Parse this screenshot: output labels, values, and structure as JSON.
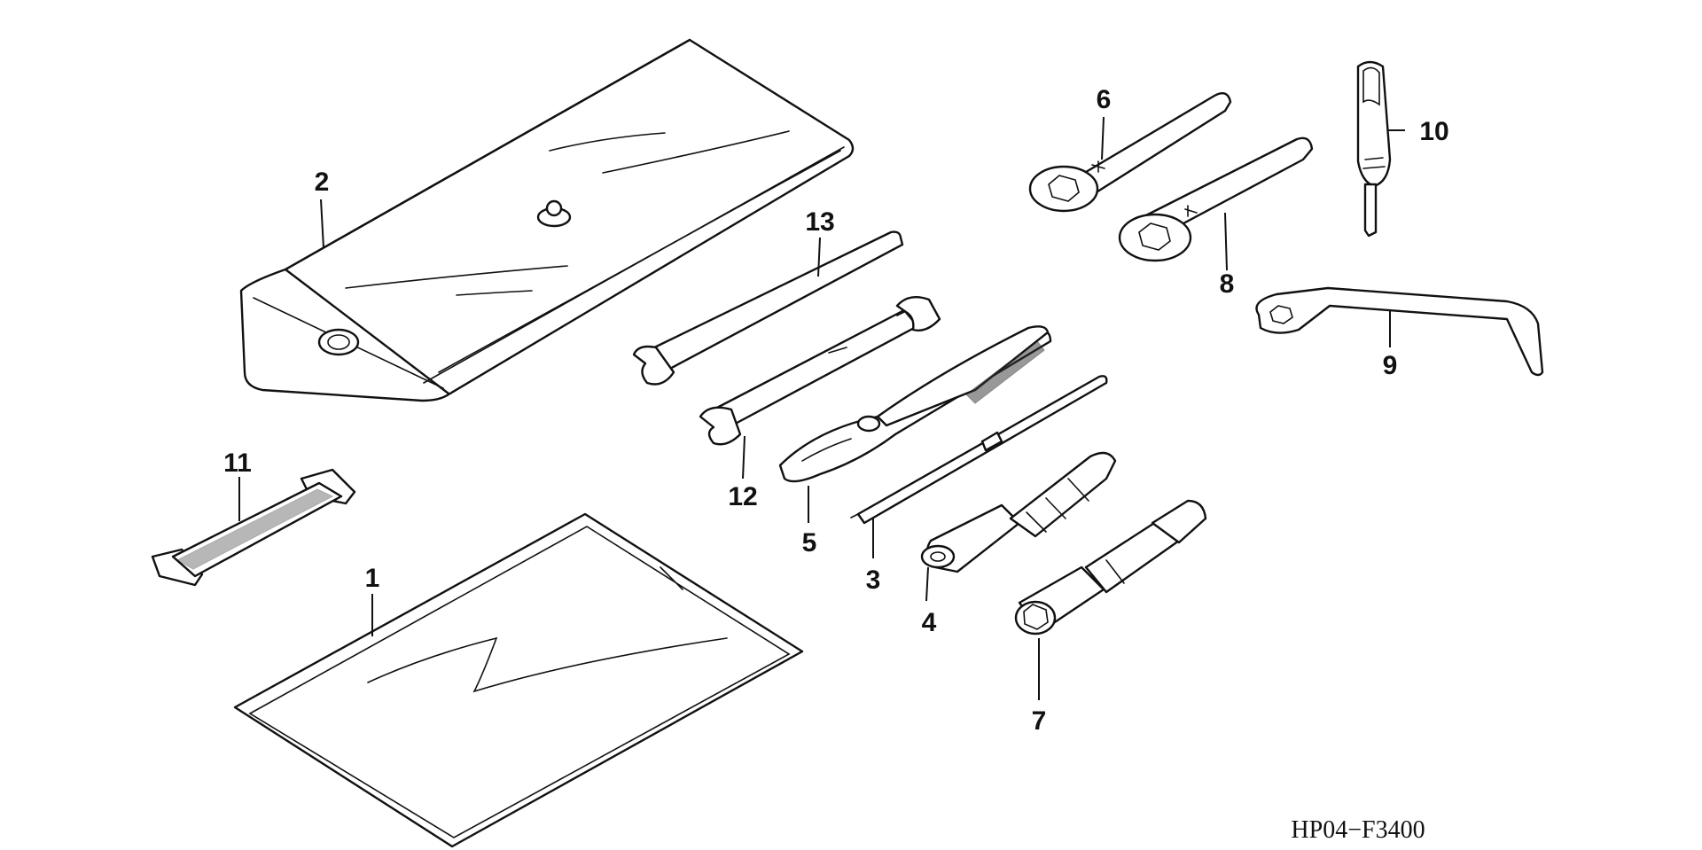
{
  "diagram": {
    "code": "HP04−F3400",
    "callouts": [
      {
        "id": "callout-1",
        "label": "1"
      },
      {
        "id": "callout-2",
        "label": "2"
      },
      {
        "id": "callout-3",
        "label": "3"
      },
      {
        "id": "callout-4",
        "label": "4"
      },
      {
        "id": "callout-5",
        "label": "5"
      },
      {
        "id": "callout-6",
        "label": "6"
      },
      {
        "id": "callout-7",
        "label": "7"
      },
      {
        "id": "callout-8",
        "label": "8"
      },
      {
        "id": "callout-9",
        "label": "9"
      },
      {
        "id": "callout-10",
        "label": "10"
      },
      {
        "id": "callout-11",
        "label": "11"
      },
      {
        "id": "callout-12",
        "label": "12"
      },
      {
        "id": "callout-13",
        "label": "13"
      }
    ]
  }
}
